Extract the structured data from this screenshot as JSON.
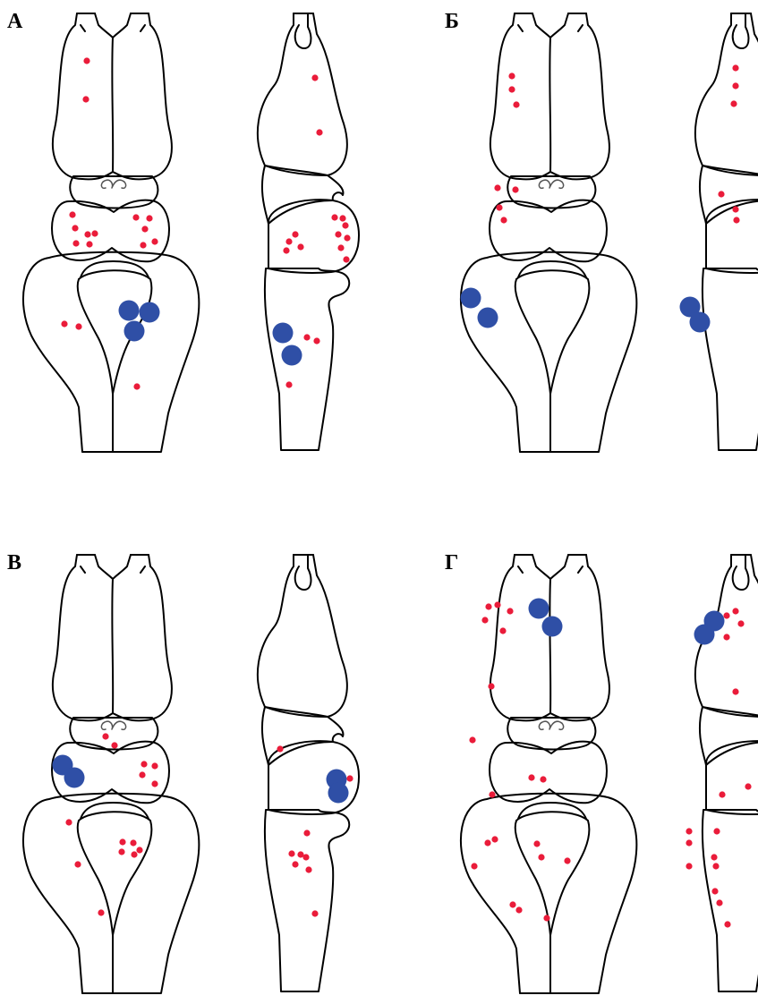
{
  "figure": {
    "region_colors": {
      "olfactory_lobes": "#a8dde9",
      "diencephalon": "#efc3dd",
      "midbrain": "#add695",
      "hindbrain": "#eeee9e",
      "small_marker": "#ea1c3a",
      "large_marker": "#2f4fa6",
      "outline": "#000000"
    },
    "panels": [
      {
        "letter": "А"
      },
      {
        "letter": "Б"
      },
      {
        "letter": "В"
      },
      {
        "letter": "Г"
      }
    ]
  }
}
